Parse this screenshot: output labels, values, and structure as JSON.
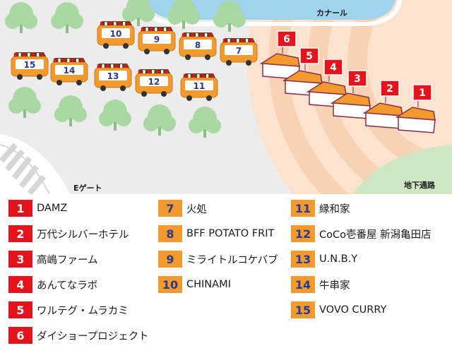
{
  "map": {
    "canal_label": "カナール",
    "gate_label": "Eゲート",
    "tunnel_label": "地下通路"
  },
  "trucks": [
    {
      "num": "15"
    },
    {
      "num": "14"
    },
    {
      "num": "13"
    },
    {
      "num": "12"
    },
    {
      "num": "11"
    },
    {
      "num": "10"
    },
    {
      "num": "9"
    },
    {
      "num": "8"
    },
    {
      "num": "7"
    }
  ],
  "tents": [
    {
      "num": "6"
    },
    {
      "num": "5"
    },
    {
      "num": "4"
    },
    {
      "num": "3"
    },
    {
      "num": "2"
    },
    {
      "num": "1"
    }
  ],
  "legend": {
    "col1": [
      {
        "num": "1",
        "name": "DAMZ"
      },
      {
        "num": "2",
        "name": "万代シルバーホテル"
      },
      {
        "num": "3",
        "name": "高嶋ファーム"
      },
      {
        "num": "4",
        "name": "あんてなラボ"
      },
      {
        "num": "5",
        "name": "ワルテグ・ムラカミ"
      },
      {
        "num": "6",
        "name": "ダイショープロジェクト"
      }
    ],
    "col2": [
      {
        "num": "7",
        "name": "火処"
      },
      {
        "num": "8",
        "name": "BFF POTATO FRIT"
      },
      {
        "num": "9",
        "name": "ミライトルコケバブ"
      },
      {
        "num": "10",
        "name": "CHINAMI"
      }
    ],
    "col3": [
      {
        "num": "11",
        "name": "縁和家"
      },
      {
        "num": "12",
        "name": "CoCo壱番屋 新潟亀田店"
      },
      {
        "num": "13",
        "name": "U.N.B.Y"
      },
      {
        "num": "14",
        "name": "牛串家"
      },
      {
        "num": "15",
        "name": "VOVO CURRY"
      }
    ]
  },
  "colors": {
    "vendor_tent": "#e5141c",
    "food_truck": "#f29a2e",
    "truck_number": "#2b3a8c",
    "tree": "#a9d8a2",
    "canal_water": "#9fd3ee",
    "plaza": "#fbd9bf"
  }
}
